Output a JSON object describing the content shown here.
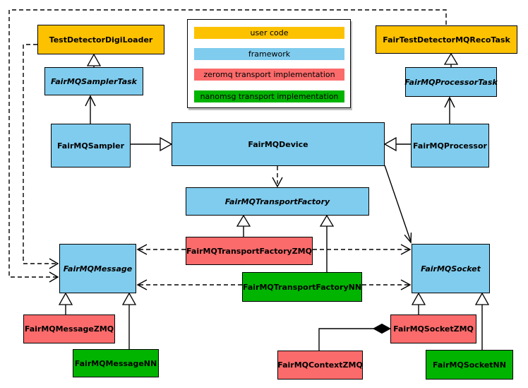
{
  "colors": {
    "user_code": "#FCC200",
    "framework": "#7FCCEE",
    "zeromq": "#FB6B6B",
    "nanomsg": "#00B400",
    "line": "#000000",
    "background": "#FFFFFF"
  },
  "legend": {
    "items": [
      {
        "label": "user code",
        "category": "user_code"
      },
      {
        "label": "framework",
        "category": "framework"
      },
      {
        "label": "zeromq transport implementation",
        "category": "zeromq"
      },
      {
        "label": "nanomsg transport implementation",
        "category": "nanomsg"
      }
    ]
  },
  "nodes": {
    "testDetectorDigiLoader": {
      "label": "TestDetectorDigiLoader",
      "category": "user_code",
      "abstract": false
    },
    "fairTestDetectorMQRecoTask": {
      "label": "FairTestDetectorMQRecoTask",
      "category": "user_code",
      "abstract": false
    },
    "fairMQSamplerTask": {
      "label": "FairMQSamplerTask",
      "category": "framework",
      "abstract": true
    },
    "fairMQProcessorTask": {
      "label": "FairMQProcessorTask",
      "category": "framework",
      "abstract": true
    },
    "fairMQSampler": {
      "label": "FairMQSampler",
      "category": "framework",
      "abstract": false
    },
    "fairMQDevice": {
      "label": "FairMQDevice",
      "category": "framework",
      "abstract": false
    },
    "fairMQProcessor": {
      "label": "FairMQProcessor",
      "category": "framework",
      "abstract": false
    },
    "fairMQTransportFactory": {
      "label": "FairMQTransportFactory",
      "category": "framework",
      "abstract": true
    },
    "fairMQTransportFactoryZMQ": {
      "label": "FairMQTransportFactoryZMQ",
      "category": "zeromq",
      "abstract": false
    },
    "fairMQTransportFactoryNN": {
      "label": "FairMQTransportFactoryNN",
      "category": "nanomsg",
      "abstract": false
    },
    "fairMQMessage": {
      "label": "FairMQMessage",
      "category": "framework",
      "abstract": true
    },
    "fairMQSocket": {
      "label": "FairMQSocket",
      "category": "framework",
      "abstract": true
    },
    "fairMQMessageZMQ": {
      "label": "FairMQMessageZMQ",
      "category": "zeromq",
      "abstract": false
    },
    "fairMQMessageNN": {
      "label": "FairMQMessageNN",
      "category": "nanomsg",
      "abstract": false
    },
    "fairMQContextZMQ": {
      "label": "FairMQContextZMQ",
      "category": "zeromq",
      "abstract": false
    },
    "fairMQSocketZMQ": {
      "label": "FairMQSocketZMQ",
      "category": "zeromq",
      "abstract": false
    },
    "fairMQSocketNN": {
      "label": "FairMQSocketNN",
      "category": "nanomsg",
      "abstract": false
    }
  },
  "edges": [
    {
      "source": "FairMQSamplerTask",
      "target": "TestDetectorDigiLoader",
      "style": "solid",
      "head": "hollow-triangle"
    },
    {
      "source": "FairMQSampler",
      "target": "FairMQSamplerTask",
      "style": "solid",
      "head": "open-arrow"
    },
    {
      "source": "FairMQProcessorTask",
      "target": "FairTestDetectorMQRecoTask",
      "style": "solid",
      "head": "hollow-triangle"
    },
    {
      "source": "FairMQProcessor",
      "target": "FairMQProcessorTask",
      "style": "solid",
      "head": "open-arrow"
    },
    {
      "source": "FairMQSampler",
      "target": "FairMQDevice",
      "style": "solid",
      "head": "hollow-triangle"
    },
    {
      "source": "FairMQProcessor",
      "target": "FairMQDevice",
      "style": "solid",
      "head": "hollow-triangle"
    },
    {
      "source": "FairMQDevice",
      "target": "FairMQTransportFactory",
      "style": "dashed",
      "head": "open-arrow"
    },
    {
      "source": "FairMQTransportFactoryZMQ",
      "target": "FairMQTransportFactory",
      "style": "solid",
      "head": "hollow-triangle"
    },
    {
      "source": "FairMQTransportFactoryNN",
      "target": "FairMQTransportFactory",
      "style": "solid",
      "head": "hollow-triangle"
    },
    {
      "source": "FairMQTransportFactoryZMQ",
      "target": "FairMQMessage",
      "style": "dashed",
      "head": "open-arrow"
    },
    {
      "source": "FairMQTransportFactoryZMQ",
      "target": "FairMQSocket",
      "style": "dashed",
      "head": "open-arrow"
    },
    {
      "source": "FairMQTransportFactoryNN",
      "target": "FairMQMessage",
      "style": "dashed",
      "head": "open-arrow"
    },
    {
      "source": "FairMQTransportFactoryNN",
      "target": "FairMQSocket",
      "style": "dashed",
      "head": "open-arrow"
    },
    {
      "source": "FairMQDevice",
      "target": "FairMQSocket",
      "style": "solid",
      "head": "open-arrow"
    },
    {
      "source": "FairMQMessageZMQ",
      "target": "FairMQMessage",
      "style": "solid",
      "head": "hollow-triangle"
    },
    {
      "source": "FairMQMessageNN",
      "target": "FairMQMessage",
      "style": "solid",
      "head": "hollow-triangle"
    },
    {
      "source": "FairMQSocketZMQ",
      "target": "FairMQSocket",
      "style": "solid",
      "head": "hollow-triangle"
    },
    {
      "source": "FairMQSocketNN",
      "target": "FairMQSocket",
      "style": "solid",
      "head": "hollow-triangle"
    },
    {
      "source": "FairMQContextZMQ",
      "target": "FairMQSocketZMQ",
      "style": "solid",
      "head": "filled-diamond"
    },
    {
      "source": "TestDetectorDigiLoader",
      "target": "FairMQMessage",
      "style": "dashed",
      "head": "open-arrow"
    },
    {
      "source": "FairTestDetectorMQRecoTask",
      "target": "FairMQMessage",
      "style": "dashed",
      "head": "open-arrow"
    }
  ]
}
